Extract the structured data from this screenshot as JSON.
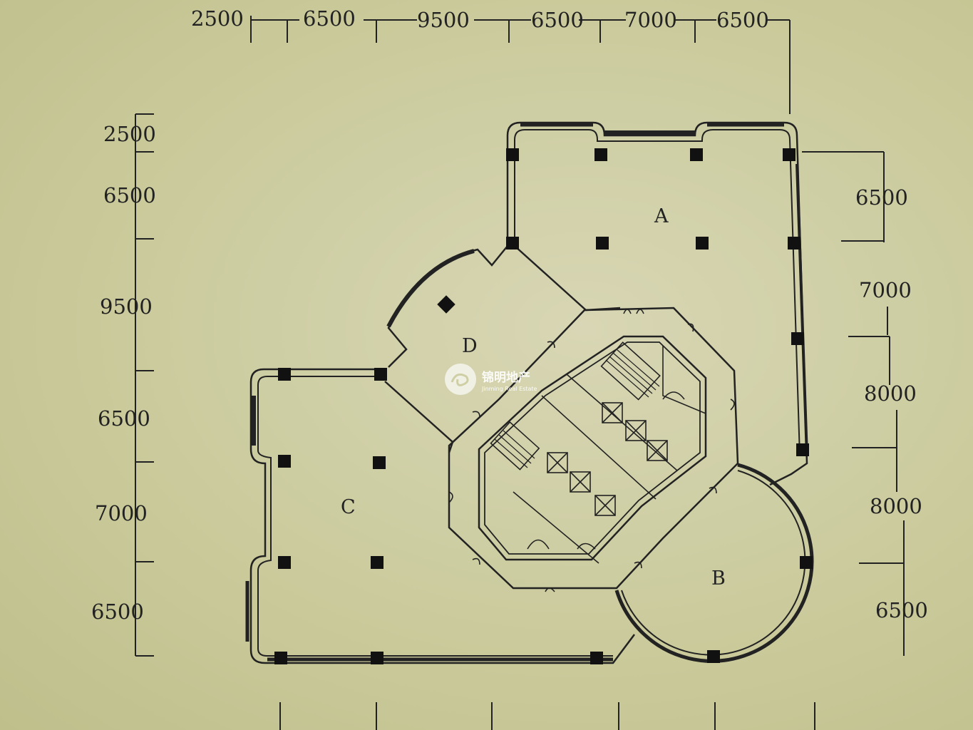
{
  "dimensions": {
    "top": [
      "2500",
      "6500",
      "9500",
      "6500",
      "7000",
      "6500"
    ],
    "left": [
      "2500",
      "6500",
      "9500",
      "6500",
      "7000",
      "6500"
    ],
    "right": [
      "6500",
      "7000",
      "8000",
      "8000",
      "6500"
    ]
  },
  "rooms": {
    "a": "A",
    "b": "B",
    "c": "C",
    "d": "D"
  },
  "watermark": {
    "name_cn": "锦明地产",
    "name_en": "Jinming Real Estate"
  },
  "colors": {
    "ink": "#222222",
    "paper": "#cfcfa6",
    "wall_fill": "#e6e4cf"
  }
}
